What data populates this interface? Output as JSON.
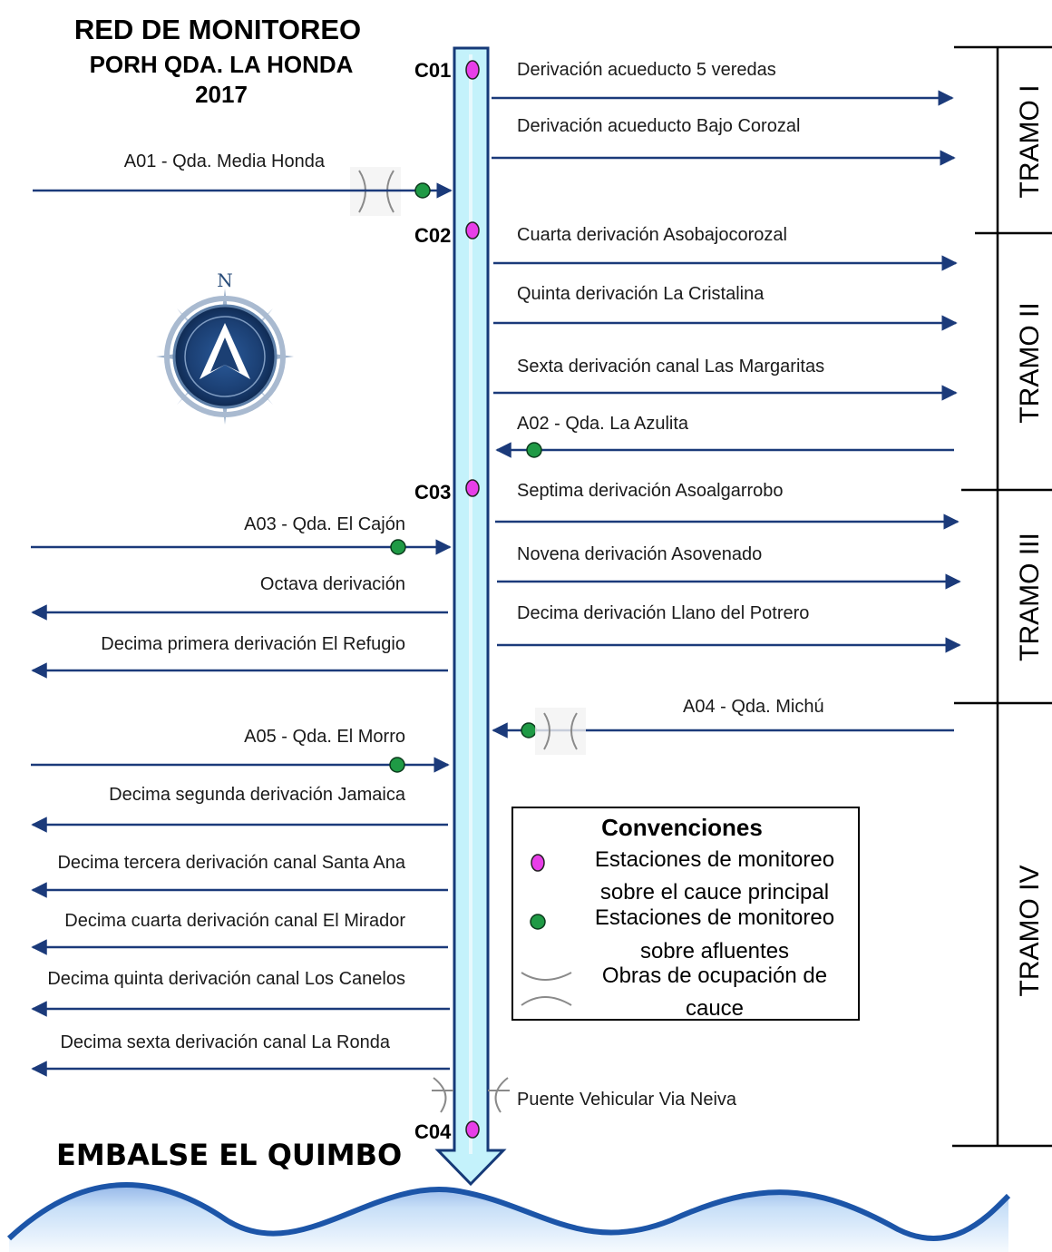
{
  "title": {
    "line1": "RED DE MONITOREO",
    "line2": "PORH QDA. LA HONDA",
    "line3": "2017"
  },
  "compass": {
    "north_label": "N"
  },
  "stations": {
    "c01": "C01",
    "c02": "C02",
    "c03": "C03",
    "c04": "C04"
  },
  "right_labels": {
    "r1": "Derivación acueducto 5 veredas",
    "r2": "Derivación acueducto Bajo Corozal",
    "r3": "Cuarta derivación Asobajocorozal",
    "r4": "Quinta derivación La Cristalina",
    "r5": "Sexta derivación canal Las Margaritas",
    "r6": "A02 - Qda. La Azulita",
    "r7": "Septima derivación Asoalgarrobo",
    "r8": "Novena derivación Asovenado",
    "r9": "Decima derivación Llano del Potrero",
    "r10": "A04 - Qda. Michú",
    "r11": "Puente Vehicular Via Neiva"
  },
  "left_labels": {
    "l1": "A01 - Qda. Media Honda",
    "l2": "A03 - Qda. El Cajón",
    "l3": "Octava derivación",
    "l4": "Decima primera derivación El Refugio",
    "l5": "A05 - Qda. El Morro",
    "l6": "Decima segunda derivación Jamaica",
    "l7": "Decima tercera derivación canal Santa Ana",
    "l8": "Decima cuarta derivación canal El Mirador",
    "l9": "Decima quinta derivación canal Los Canelos",
    "l10": "Decima sexta derivación canal La Ronda"
  },
  "tramos": {
    "t1": "TRAMO I",
    "t2": "TRAMO II",
    "t3": "TRAMO III",
    "t4": "TRAMO IV"
  },
  "legend": {
    "heading": "Convenciones",
    "item1_line1": "Estaciones de monitoreo",
    "item1_line2": "sobre el cauce principal",
    "item2_line1": "Estaciones de monitoreo",
    "item2_line2": "sobre afluentes",
    "item3_line1": "Obras de ocupación de",
    "item3_line2": "cauce"
  },
  "reservoir": {
    "label": "EMBALSE EL QUIMBO"
  },
  "colors": {
    "river_fill": "#c4f2fb",
    "river_stroke": "#163a78",
    "arrow": "#1b3a7a",
    "main_station": "#e83ee8",
    "tributary_station": "#1f9a45",
    "water_top": "#3e7cd6",
    "water_bottom": "#d7e9fb"
  }
}
